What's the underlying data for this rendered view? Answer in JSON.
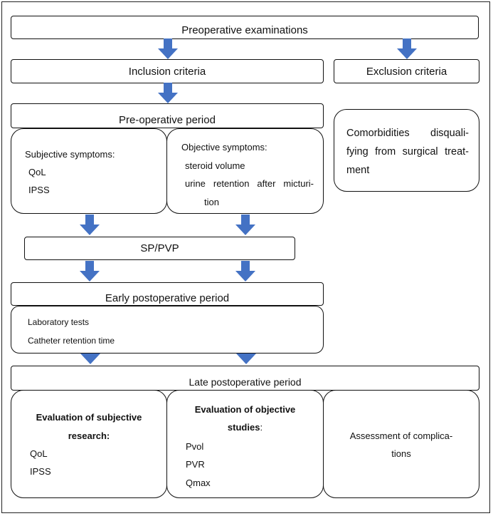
{
  "diagram": {
    "preop_exams": "Preoperative examinations",
    "inclusion": "Inclusion criteria",
    "exclusion": "Exclusion criteria",
    "preop_period": "Pre-operative period",
    "comorbidities": {
      "line1": "Comorbidities disquali-",
      "line2": "fying from surgical treat-",
      "line3": "ment"
    },
    "subjective": {
      "title": "Subjective symptoms:",
      "item1": "QoL",
      "item2": "IPSS"
    },
    "objective": {
      "title": "Objective symptoms:",
      "item1": "steroid volume",
      "item2a": "urine retention after micturi-",
      "item2b": "tion"
    },
    "procedure": "SP/PVP",
    "early_period": "Early postoperative period",
    "early_items": {
      "item1": "Laboratory tests",
      "item2": "Catheter retention time"
    },
    "late_period": "Late postoperative period",
    "eval_subjective": {
      "title1": "Evaluation of subjective",
      "title2": "research:",
      "item1": "QoL",
      "item2": "IPSS"
    },
    "eval_objective": {
      "title1": "Evaluation of objective",
      "title2": "studies",
      "title2_suffix": ":",
      "item1": "Pvol",
      "item2": "PVR",
      "item3": "Qmax"
    },
    "complications": {
      "line1": "Assessment of complica-",
      "line2": "tions"
    },
    "arrow_color": "#4472C4"
  }
}
